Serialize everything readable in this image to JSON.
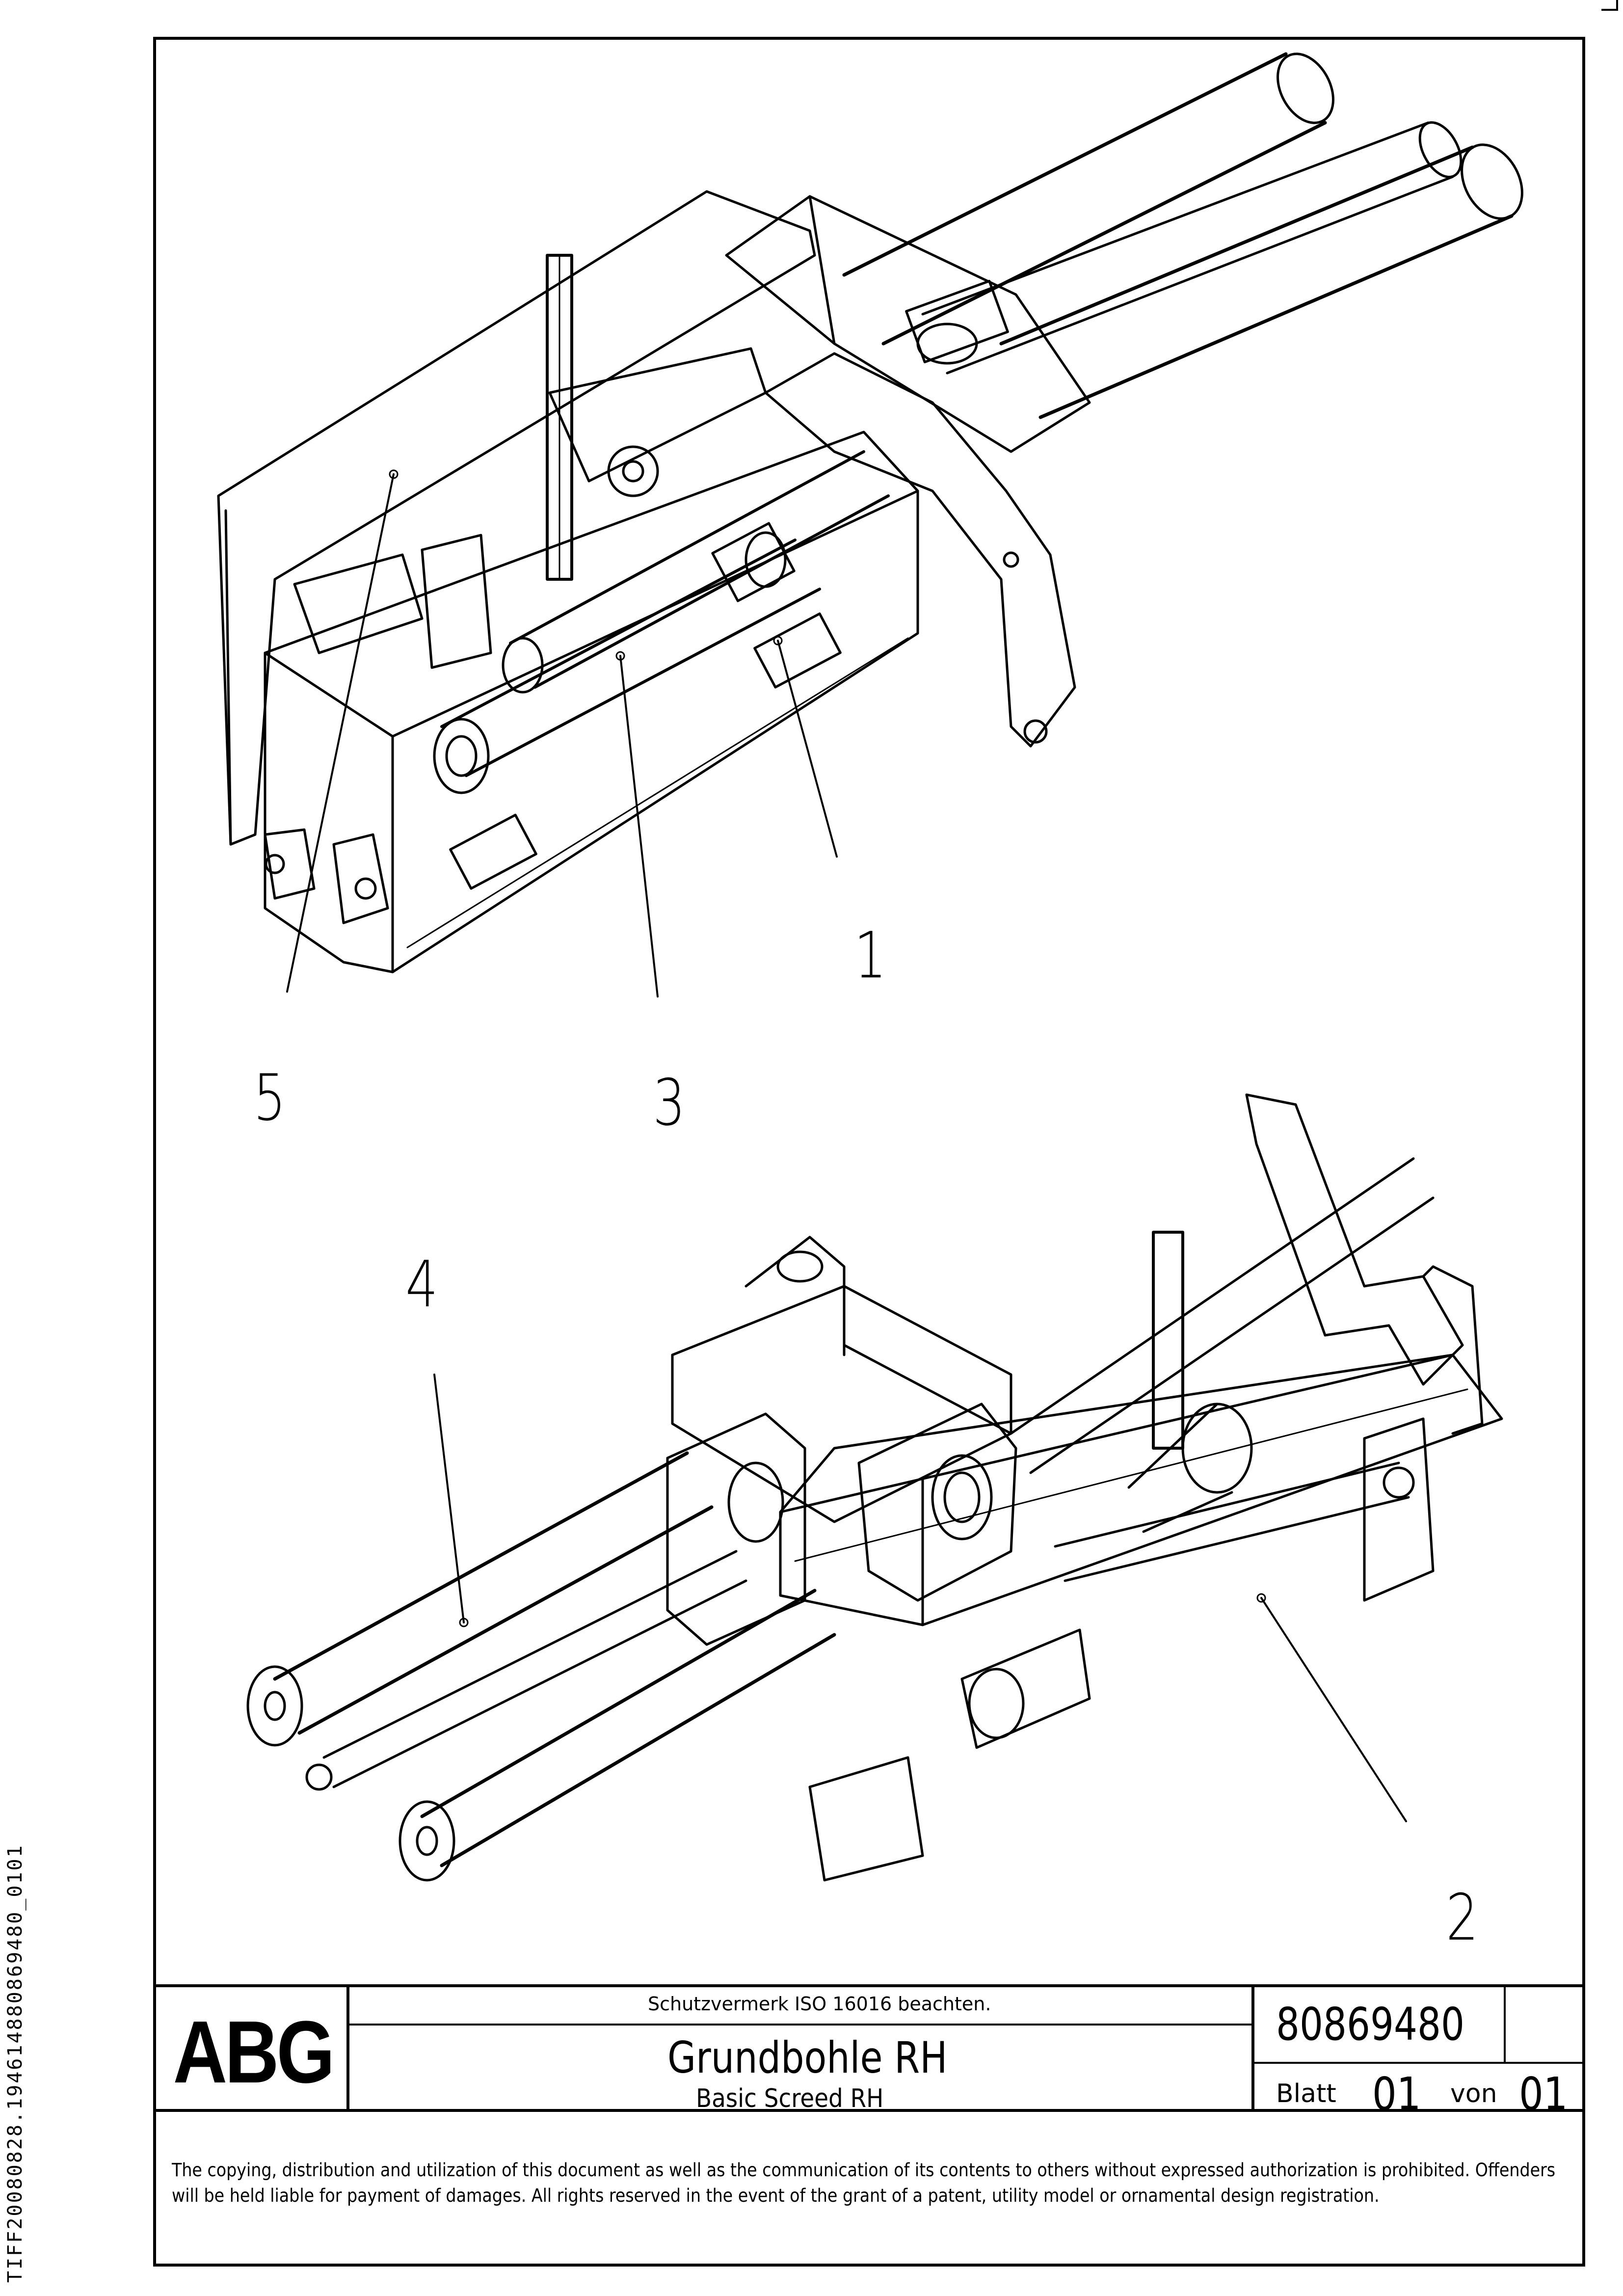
{
  "side_id": "TIFF20080828.194614880869480_0101",
  "callouts": [
    "1",
    "2",
    "3",
    "4",
    "5"
  ],
  "title_block": {
    "logo": "ABG",
    "protection_note": "Schutzvermerk ISO 16016 beachten.",
    "title_de": "Grundbohle RH",
    "title_en": "Basic Screed RH",
    "doc_number": "80869480",
    "sheet_label": "Blatt",
    "sheet_value": "01",
    "of_label": "von",
    "of_value": "01"
  },
  "legal_text": "The copying, distribution and utilization of this document as well as the communication of its contents to others without expressed authorization is prohibited. Offenders will be held liable for payment of damages. All rights reserved in the event of the grant of a patent, utility model or ornamental design registration."
}
